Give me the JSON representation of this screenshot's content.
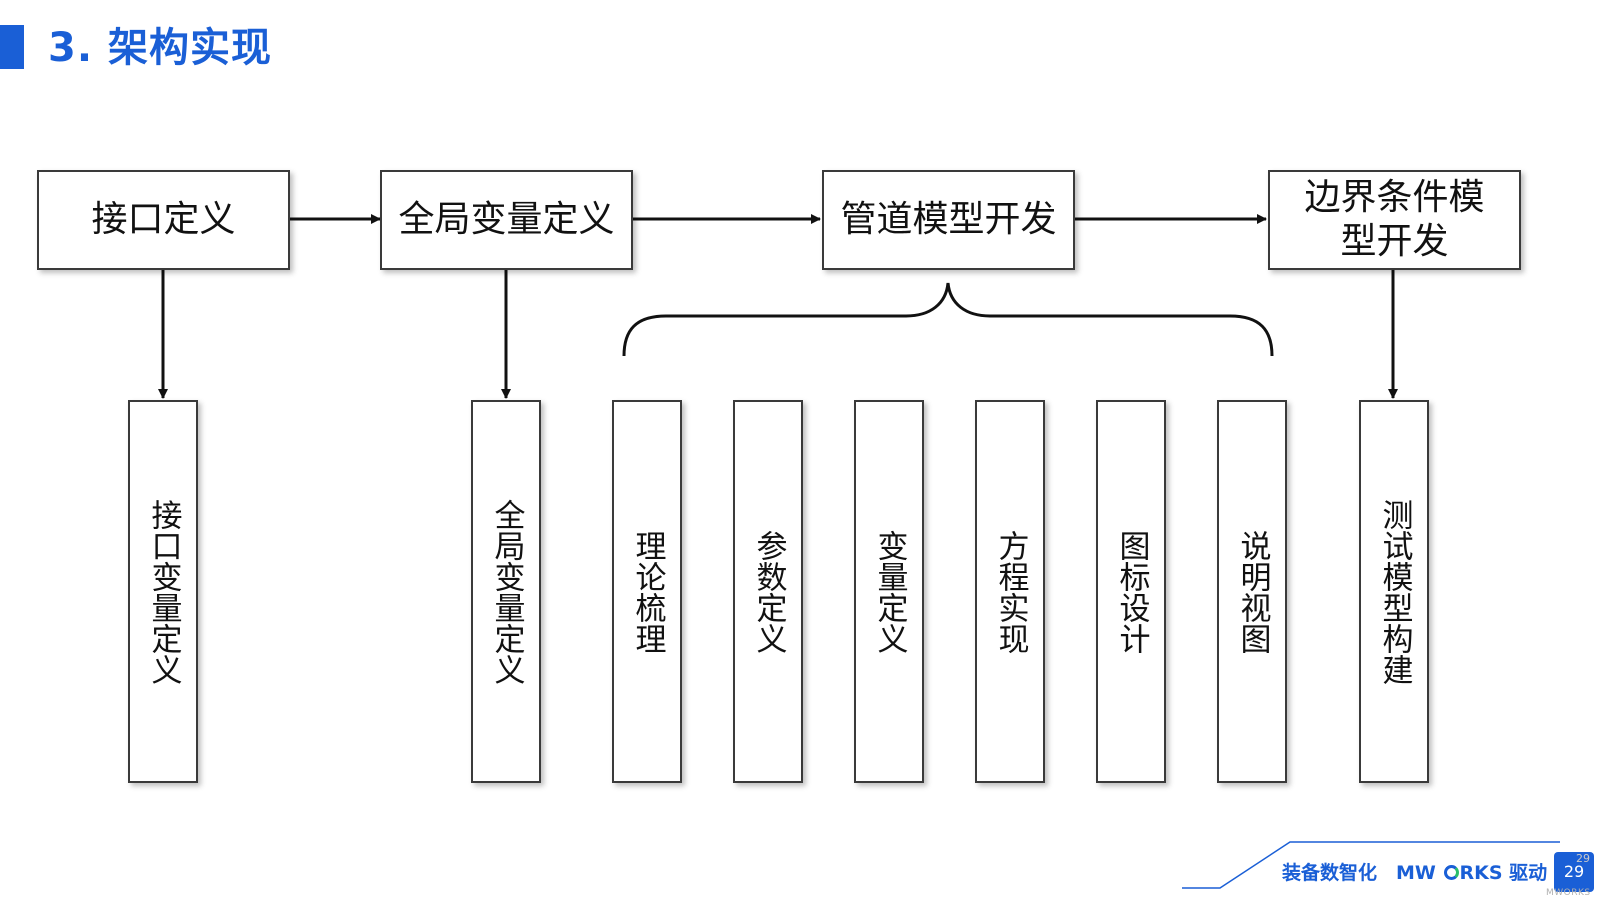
{
  "title": "3. 架构实现",
  "top_boxes": {
    "interface_def": "接口定义",
    "global_var_def": "全局变量定义",
    "pipe_model_dev": "管道模型开发",
    "boundary_model_dev": "边界条件模型开发"
  },
  "sub_boxes": {
    "interface_var_def": "接口变量定义",
    "global_var_def": "全局变量定义",
    "theory": "理论梳理",
    "param_def": "参数定义",
    "var_def": "变量定义",
    "equation_impl": "方程实现",
    "icon_design": "图标设计",
    "doc_view": "说明视图",
    "test_model_build": "测试模型构建"
  },
  "footer": {
    "slogan": "装备数智化",
    "brand_prefix": "MW",
    "brand_suffix": "RKS 驱动",
    "page_number": "29",
    "page_number_ghost": "29",
    "small_brand": "MWORKS"
  },
  "colors": {
    "accent": "#1a5fd6",
    "line": "#111111",
    "box_border": "#3a3a3a"
  }
}
